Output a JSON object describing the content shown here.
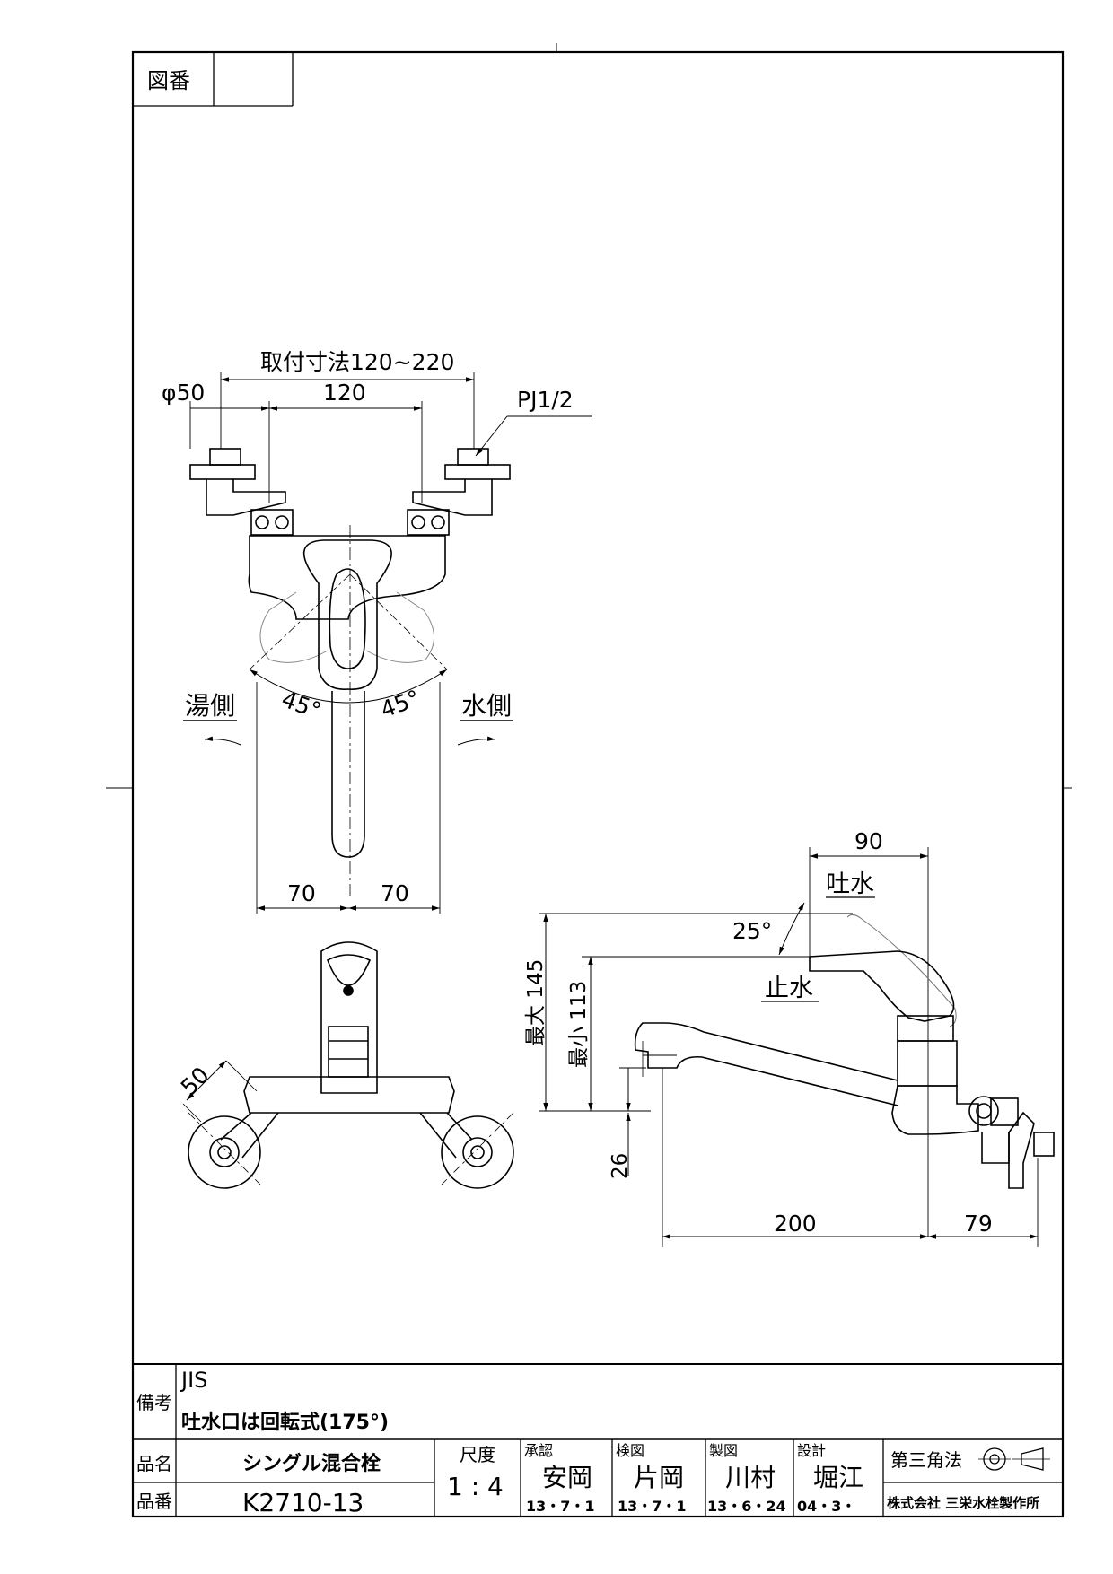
{
  "header": {
    "drawing_no_label": "図番",
    "drawing_no_value": ""
  },
  "front_view": {
    "mount_range": "取付寸法120~220",
    "phi": "φ50",
    "center": "120",
    "pipe": "PJ1/2",
    "hot_side": "湯側",
    "cold_side": "水側",
    "angle_left": "45°",
    "angle_right": "45°",
    "dim_left": "70",
    "dim_right": "70"
  },
  "top_view": {
    "dim": "50"
  },
  "side_view": {
    "top_dim": "90",
    "spout_label": "吐水",
    "angle": "25°",
    "stop_label": "止水",
    "max_h": "最大 145",
    "min_h": "最小 113",
    "low": "26",
    "reach": "200",
    "back": "79"
  },
  "title_block": {
    "remarks_label": "備考",
    "remark1": "JIS",
    "remark2": "吐水口は回転式(175°)",
    "name_label": "品名",
    "name_value": "シングル混合栓",
    "number_label": "品番",
    "number_value": "K2710-13",
    "scale_label": "尺度",
    "scale_value": "1 : 4",
    "approve_label": "承認",
    "approve_name": "安岡",
    "approve_date": "13・7・1",
    "check_label": "検図",
    "check_name": "片岡",
    "check_date": "13・7・1",
    "draft_label": "製図",
    "draft_name": "川村",
    "draft_date": "13・6・24",
    "design_label": "設計",
    "design_name": "堀江",
    "design_date": "04・3・",
    "projection_label": "第三角法",
    "company": "株式会社 三栄水栓製作所"
  }
}
